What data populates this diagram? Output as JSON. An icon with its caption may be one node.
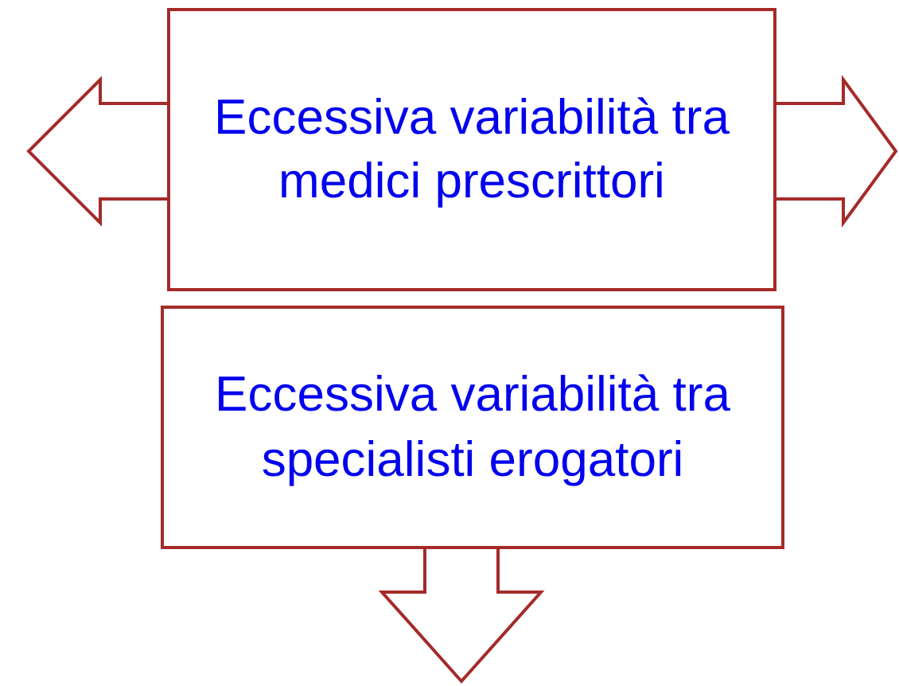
{
  "diagram": {
    "nodes": [
      {
        "text": [
          "Eccessiva variabilità tra medici prescrittori"
        ]
      },
      {
        "text": [
          "Eccessiva variabilità tra specialisti erogatori"
        ]
      }
    ],
    "edges": [
      {
        "from": 0,
        "to": null,
        "arrow": "to"
      },
      {
        "from": 0,
        "to": null,
        "arrow": "to"
      },
      {
        "from": 1,
        "to": null,
        "arrow": "to"
      }
    ]
  }
}
